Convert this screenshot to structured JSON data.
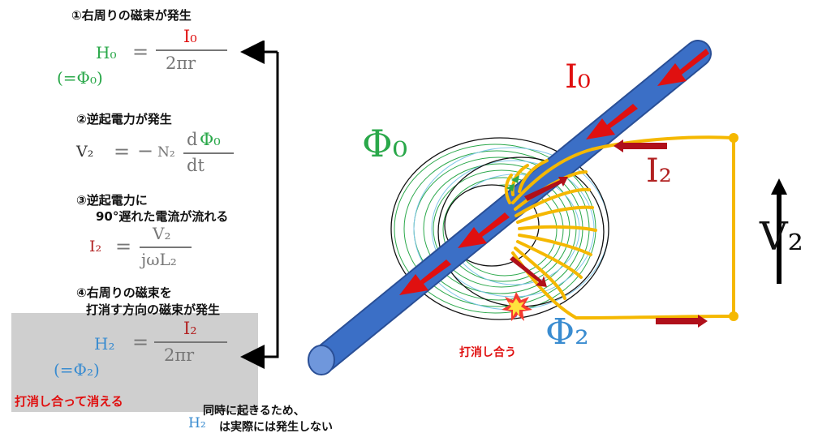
{
  "colors": {
    "current": "#e01010",
    "green": "#2aa84a",
    "blue": "#3a8cd0",
    "coil": "#f5b800",
    "rod": "#3b6fc6",
    "black": "#000000",
    "gray": "#777777"
  },
  "steps": [
    {
      "title": "①右周りの磁束が発生"
    },
    {
      "title": "②逆起電力が発生"
    },
    {
      "title": "③逆起電力に",
      "title2": "90°遅れた電流が流れる"
    },
    {
      "title": "④右周りの磁束を",
      "title2": "打消す方向の磁束が発生"
    }
  ],
  "eq1": {
    "lhs": "H₀",
    "eq": "=",
    "num": "I₀",
    "den": "2πr",
    "alt": "(=Φ₀)"
  },
  "eq2": {
    "lhs": "V₂",
    "eq": "=",
    "minus": "−",
    "coef": "N₂",
    "dnum": "d",
    "phi": "Φ₀",
    "den": "dt"
  },
  "eq3": {
    "lhs": "I₂",
    "eq": "=",
    "num": "V₂",
    "den": "jωL₂"
  },
  "eq4": {
    "lhs": "H₂",
    "eq": "=",
    "num": "I₂",
    "den": "2πr",
    "alt": "(=Φ₂)"
  },
  "cancel_label": "打消し合って消える",
  "footnote": {
    "h2": "H₂",
    "line1": "同時に起きるため、",
    "line2": "は実際には発生しない"
  },
  "diagram": {
    "i0": "I₀",
    "phi0": "Φ₀",
    "i2": "I₂",
    "v2": "V₂",
    "phi2": "Φ₂",
    "cancel_small": "打消し合う"
  }
}
